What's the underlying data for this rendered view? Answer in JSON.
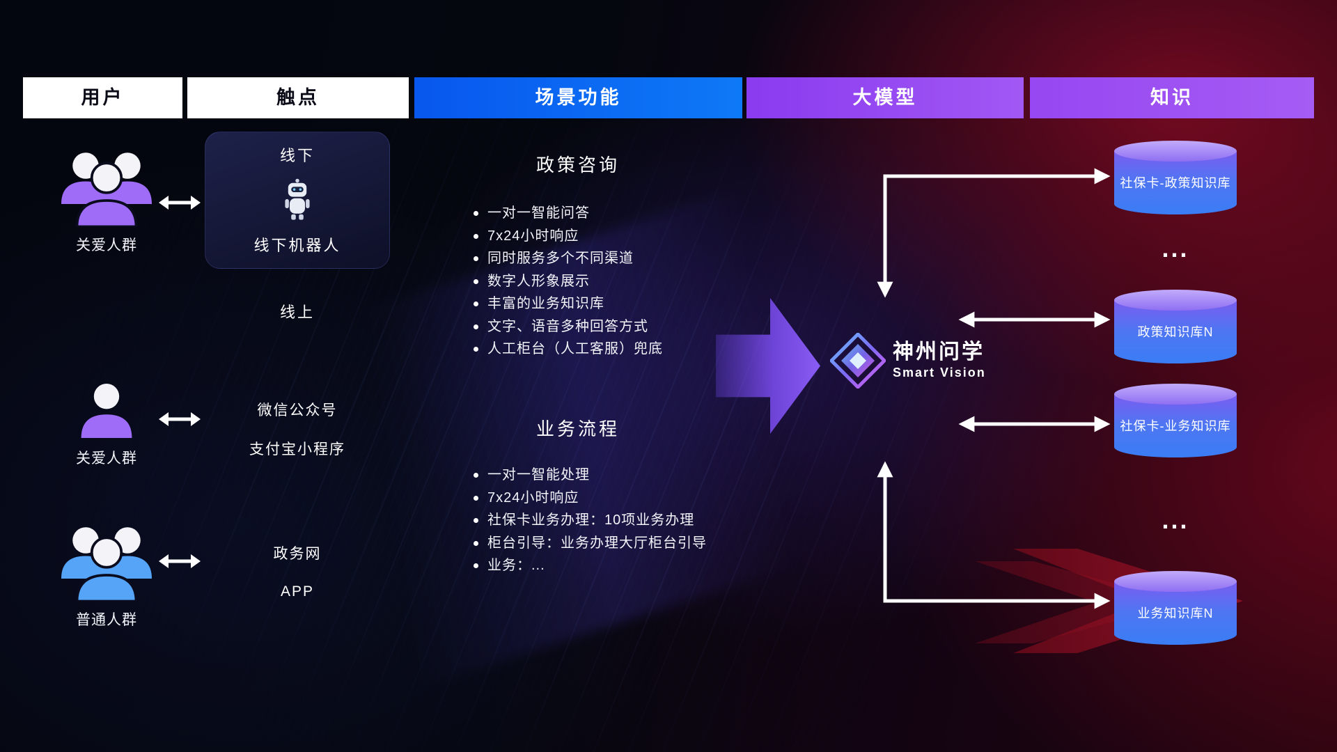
{
  "header": {
    "users": "用户",
    "touchpoints": "触点",
    "scene": "场景功能",
    "model": "大模型",
    "knowledge": "知识"
  },
  "users": {
    "group1_label": "关爱人群",
    "person_label": "关爱人群",
    "group2_label": "普通人群"
  },
  "touchpoints": {
    "offline_title": "线下",
    "offline_robot_label": "线下机器人",
    "online_title": "线上",
    "channels": [
      "微信公众号",
      "支付宝小程序",
      "政务网",
      "APP"
    ]
  },
  "scene": {
    "policy_title": "政策咨询",
    "policy_items": [
      "一对一智能问答",
      "7x24小时响应",
      "同时服务多个不同渠道",
      "数字人形象展示",
      "丰富的业务知识库",
      "文字、语音多种回答方式",
      "人工柜台（人工客服）兜底"
    ],
    "business_title": "业务流程",
    "business_items": [
      "一对一智能处理",
      "7x24小时响应",
      "社保卡业务办理：10项业务办理",
      "柜台引导：业务办理大厅柜台引导",
      "业务：..."
    ]
  },
  "model": {
    "name": "神州问学",
    "subtitle": "Smart Vision"
  },
  "knowledge": {
    "db1": "社保卡-政策知识库",
    "dots1": "...",
    "db2": "政策知识库N",
    "db3": "社保卡-业务知识库",
    "dots2": "...",
    "db4": "业务知识库N"
  },
  "icons": {
    "group_purple": "group-people-icon",
    "person_purple": "person-icon",
    "group_blue": "group-people-icon",
    "bidirectional": "left-right-arrow-icon",
    "robot": "robot-icon",
    "logo": "diamond-logo-icon",
    "flow_arrow": "big-right-arrow-icon",
    "database": "database-cylinder-icon"
  },
  "colors": {
    "header_blue": "#0b6af2",
    "header_purple": "#9b4cf0",
    "user_purple": "#9f6cf7",
    "user_blue": "#55a4f7",
    "db_top": "#bfa8fb",
    "db_body_blue": "#3a7df5",
    "arrow_purple": "#7c4df2",
    "background_red": "#8e0f22"
  }
}
